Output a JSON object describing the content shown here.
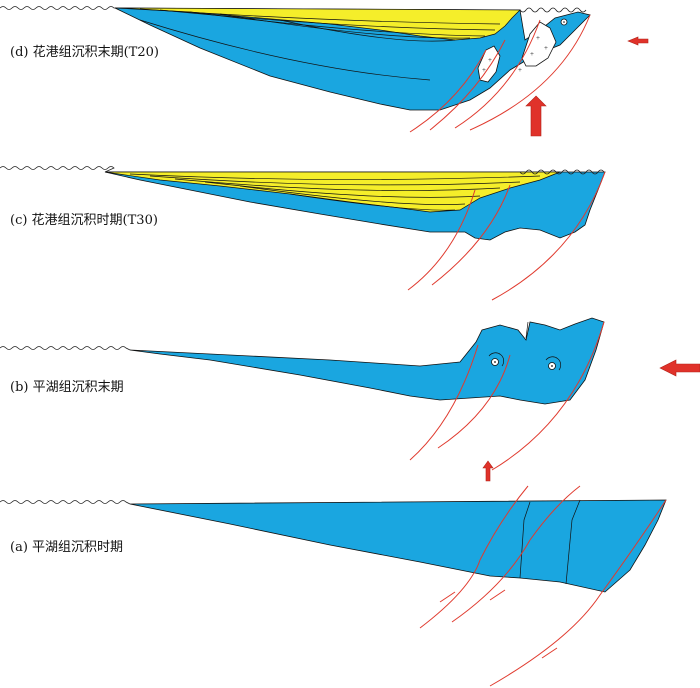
{
  "panels": [
    {
      "id": "d",
      "label": "(d) 花港组沉积末期(T20)"
    },
    {
      "id": "c",
      "label": "(c) 花港组沉积时期(T30)"
    },
    {
      "id": "b",
      "label": "(b)  平湖组沉积末期"
    },
    {
      "id": "a",
      "label": "(a) 平湖组沉积时期"
    }
  ],
  "colors": {
    "sediment_blue": "#1aa6e0",
    "sediment_yellow": "#f5ee2a",
    "fault_red": "#e03a2e",
    "arrow_red": "#e0322a",
    "outline": "#111111"
  },
  "icons": [
    "compression-arrow-left",
    "uplift-arrow-up",
    "rotation-marker",
    "granite-intrusion"
  ]
}
